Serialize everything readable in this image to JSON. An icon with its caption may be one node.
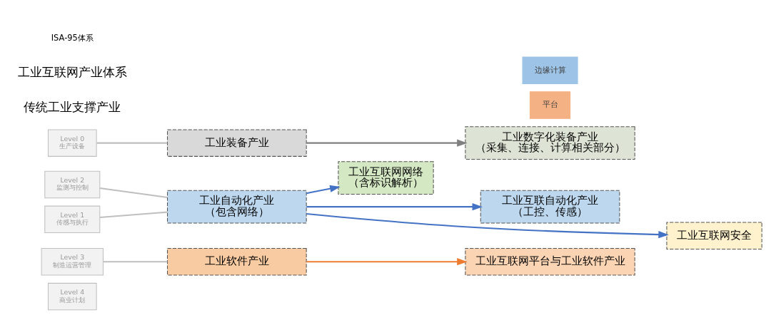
{
  "diagram": {
    "nodes": [
      {
        "text": [
          "Level 4",
          "商业计划"
        ]
      },
      {
        "text": [
          "Level 3",
          "制造运营管理"
        ]
      },
      {
        "text": [
          "Level 2",
          "监测与控制"
        ]
      },
      {
        "text": [
          "Level 1",
          "传感与执行"
        ]
      },
      {
        "text": [
          "Level 0",
          "生产设备"
        ]
      },
      {
        "text": [
          "工业软件产业"
        ]
      },
      {
        "text": [
          "工业自动化产业",
          "（包含网络）"
        ]
      },
      {
        "text": [
          "工业装备产业"
        ]
      },
      {
        "text": [
          "工业互联网网络",
          "（含标识解析）"
        ]
      },
      {
        "text": [
          "工业互联网平台与工业软件产业"
        ]
      },
      {
        "text": [
          "平台"
        ]
      },
      {
        "text": [
          "边缘计算"
        ]
      },
      {
        "text": [
          "工业互联自动化产业",
          "（工控、传感）"
        ]
      },
      {
        "text": [
          "工业数字化装备产业",
          "（采集、连接、计算相关部分）"
        ]
      },
      {
        "text": [
          "工业互联网安全"
        ]
      }
    ],
    "edges": [
      {
        "from": 1,
        "to": 5,
        "arrow": "none",
        "color": "#bfbfbf"
      },
      {
        "from": 2,
        "to": 6,
        "arrow": "none",
        "color": "#bfbfbf"
      },
      {
        "from": 3,
        "to": 6,
        "arrow": "none",
        "color": "#bfbfbf"
      },
      {
        "from": 4,
        "to": 7,
        "arrow": "none",
        "color": "#bfbfbf"
      },
      {
        "from": 5,
        "to": 9,
        "arrow": "to",
        "color": "#ed7d31"
      },
      {
        "from": 6,
        "to": 8,
        "arrow": "to",
        "color": "#4472c4"
      },
      {
        "from": 6,
        "to": 12,
        "arrow": "to",
        "color": "#4472c4"
      },
      {
        "from": 6,
        "to": 14,
        "arrow": "to",
        "color": "#4472c4"
      },
      {
        "from": 7,
        "to": 13,
        "arrow": "to",
        "color": "#808080"
      }
    ],
    "labels": [
      "传统工业支撑产业",
      "工业互联网产业体系",
      "ISA-95体系"
    ]
  }
}
